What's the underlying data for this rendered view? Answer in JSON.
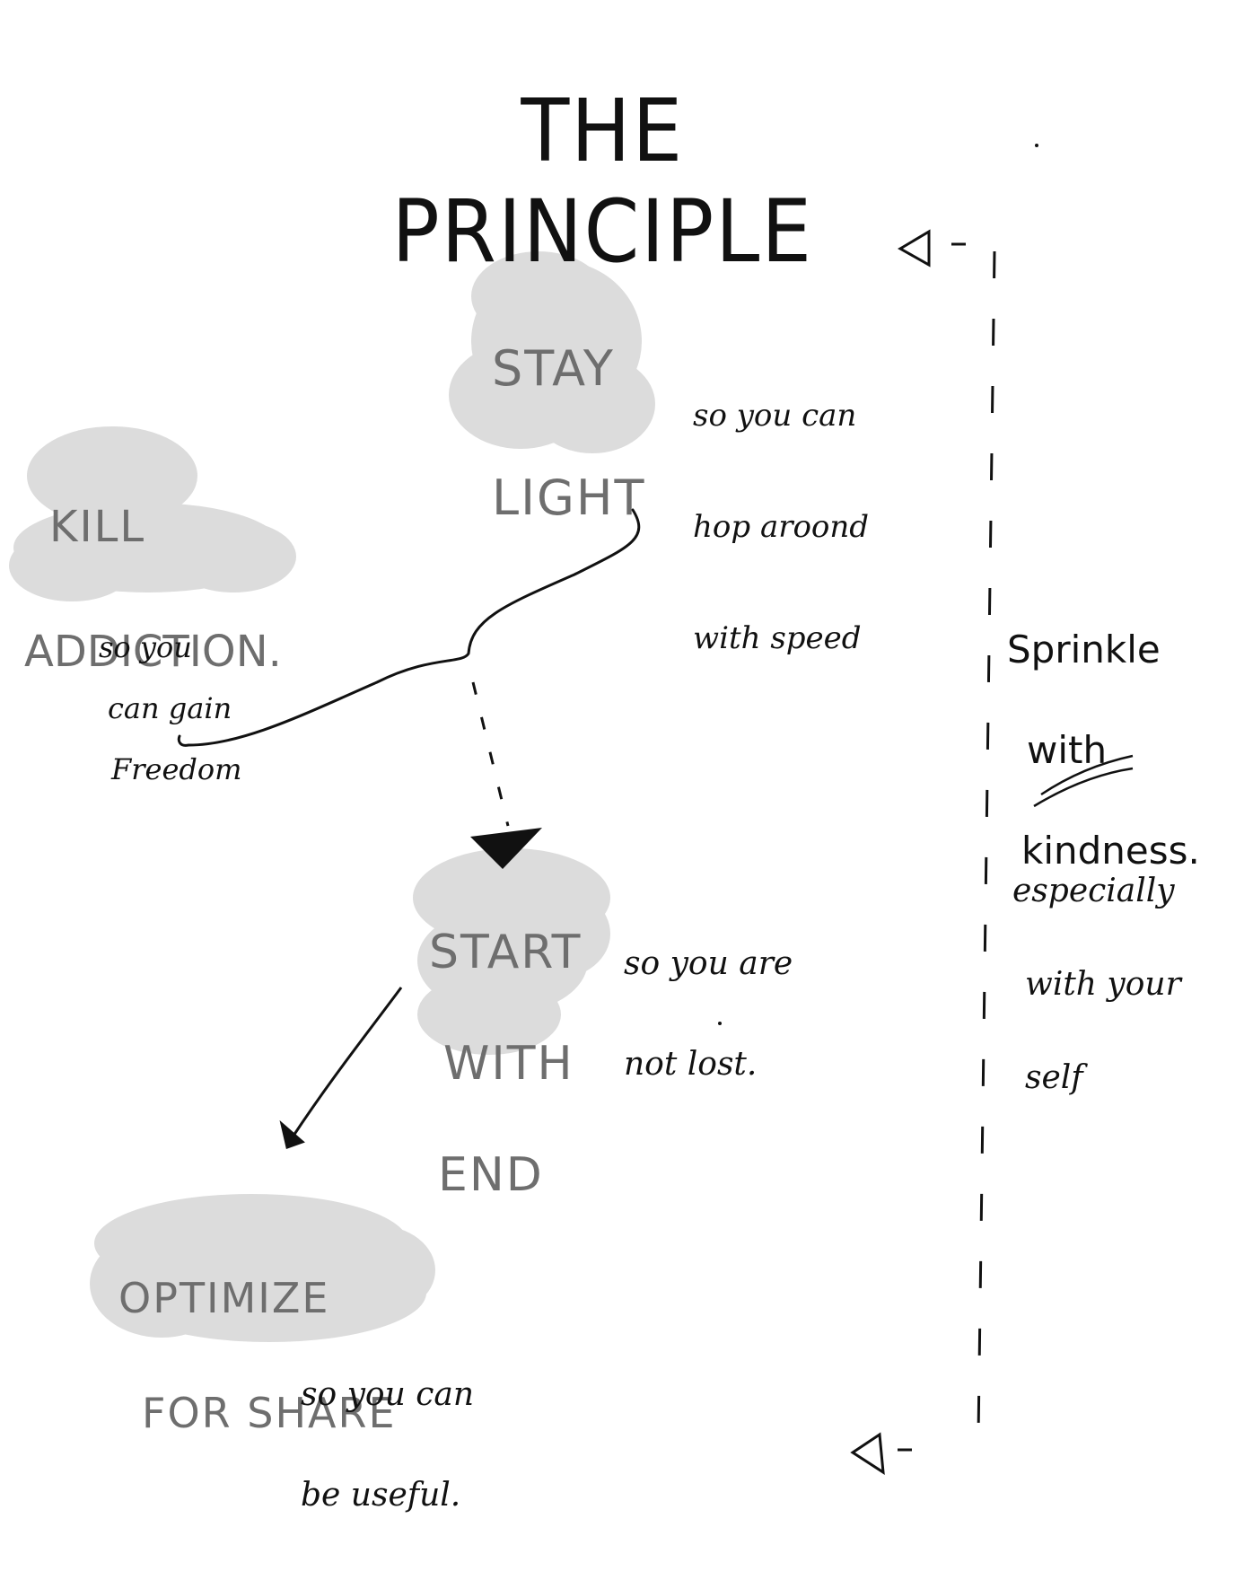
{
  "title": "THE PRINCIPLE",
  "nodes": {
    "stay_light": {
      "lines": [
        "STAY",
        "LIGHT"
      ],
      "note": [
        "so you can",
        "hop aroond",
        "with speed"
      ]
    },
    "kill_addiction": {
      "lines": [
        "KILL",
        "ADDICTION."
      ],
      "note": [
        "so you",
        "can gain",
        "Freedom"
      ]
    },
    "start_with_end": {
      "lines": [
        "START",
        "WITH",
        "END"
      ],
      "note": [
        "so you are",
        "not lost."
      ]
    },
    "optimize_for_share": {
      "lines": [
        "OPTIMIZE",
        "FOR SHARE"
      ],
      "note": [
        "so you can",
        "be useful."
      ]
    }
  },
  "side_note": {
    "lines": [
      "Sprinkle",
      "with",
      "kindness."
    ],
    "sub_lines": [
      "especially",
      "with your",
      "self"
    ]
  },
  "colors": {
    "blob": "#dcdcdc",
    "blob_text": "#6e6e6e",
    "ink": "#111111"
  }
}
